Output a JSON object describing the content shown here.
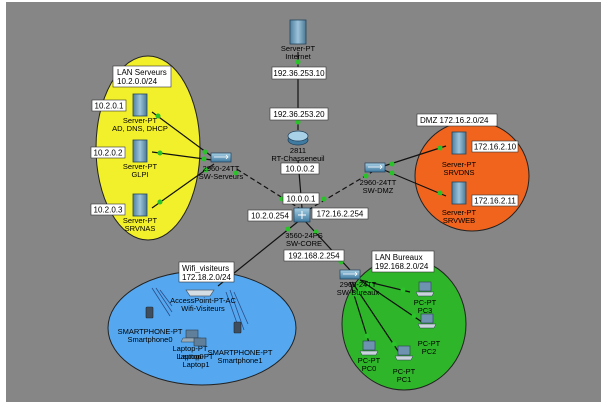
{
  "colors": {
    "canvas": "#868686",
    "serveurs_zone": "#f2ef2b",
    "dmz_zone": "#f0641e",
    "wifi_zone": "#55a8f0",
    "bureaux_zone": "#2fb52a",
    "link_up": "#29c229",
    "link": "#111111"
  },
  "zones": {
    "serveurs": {
      "title": "LAN Serveurs",
      "subnet": "10.2.0.0/24"
    },
    "dmz": {
      "title": "DMZ 172.16.2.0/24"
    },
    "wifi": {
      "title": "Wifi_visiteurs",
      "subnet": "172.18.2.0/24"
    },
    "bureaux": {
      "title": "LAN Bureaux",
      "subnet": "192.168.2.0/24"
    }
  },
  "devices": {
    "internet": {
      "model": "Server-PT",
      "name": "Internet",
      "ip": "192.36.253.10",
      "icon": "server-icon"
    },
    "router": {
      "model": "2811",
      "name": "RT-Chasseneuil",
      "ip_top": "192.36.253.20",
      "ip_bottom": "10.0.0.2",
      "icon": "router-icon"
    },
    "sw_core": {
      "model": "3560-24PS",
      "name": "SW-CORE",
      "ip_up": "10.0.0.1",
      "ip_left": "10.2.0.254",
      "ip_right": "172.16.2.254",
      "ip_down": "192.168.2.254",
      "icon": "multilayer-switch-icon"
    },
    "sw_serveurs": {
      "model": "2960-24TT",
      "name": "SW-Serveurs",
      "icon": "switch-icon"
    },
    "sw_dmz": {
      "model": "2960-24TT",
      "name": "SW-DMZ",
      "icon": "switch-icon"
    },
    "sw_bureaux": {
      "model": "2960-24TT",
      "name": "SW-Bureaux",
      "icon": "switch-icon"
    },
    "srv_ad": {
      "model": "Server-PT",
      "name": "AD, DNS, DHCP",
      "ip": "10.2.0.1",
      "icon": "server-icon"
    },
    "srv_glpi": {
      "model": "Server-PT",
      "name": "GLPI",
      "ip": "10.2.0.2",
      "icon": "server-icon"
    },
    "srv_nas": {
      "model": "Server-PT",
      "name": "SRVNAS",
      "ip": "10.2.0.3",
      "icon": "server-icon"
    },
    "srv_dns": {
      "model": "Server-PT",
      "name": "SRVDNS",
      "ip": "172.16.2.10",
      "icon": "server-icon"
    },
    "srv_web": {
      "model": "Server-PT",
      "name": "SRVWEB",
      "ip": "172.16.2.11",
      "icon": "server-icon"
    },
    "ap": {
      "model": "AccessPoint-PT-AC",
      "name": "Wifi-Visiteurs",
      "icon": "access-point-icon"
    },
    "phone0": {
      "model": "SMARTPHONE-PT",
      "name": "Smartphone0",
      "icon": "smartphone-icon"
    },
    "laptop0": {
      "model": "Laptop-PT",
      "name": "Laptop0",
      "icon": "laptop-icon"
    },
    "laptop1": {
      "model": "Laptop-PT",
      "name": "Laptop1",
      "icon": "laptop-icon"
    },
    "phone1": {
      "model": "SMARTPHONE-PT",
      "name": "Smartphone1",
      "icon": "smartphone-icon"
    },
    "pc0": {
      "model": "PC-PT",
      "name": "PC0",
      "icon": "pc-icon"
    },
    "pc1": {
      "model": "PC-PT",
      "name": "PC1",
      "icon": "pc-icon"
    },
    "pc2": {
      "model": "PC-PT",
      "name": "PC2",
      "icon": "pc-icon"
    },
    "pc3": {
      "model": "PC-PT",
      "name": "PC3",
      "icon": "pc-icon"
    }
  }
}
